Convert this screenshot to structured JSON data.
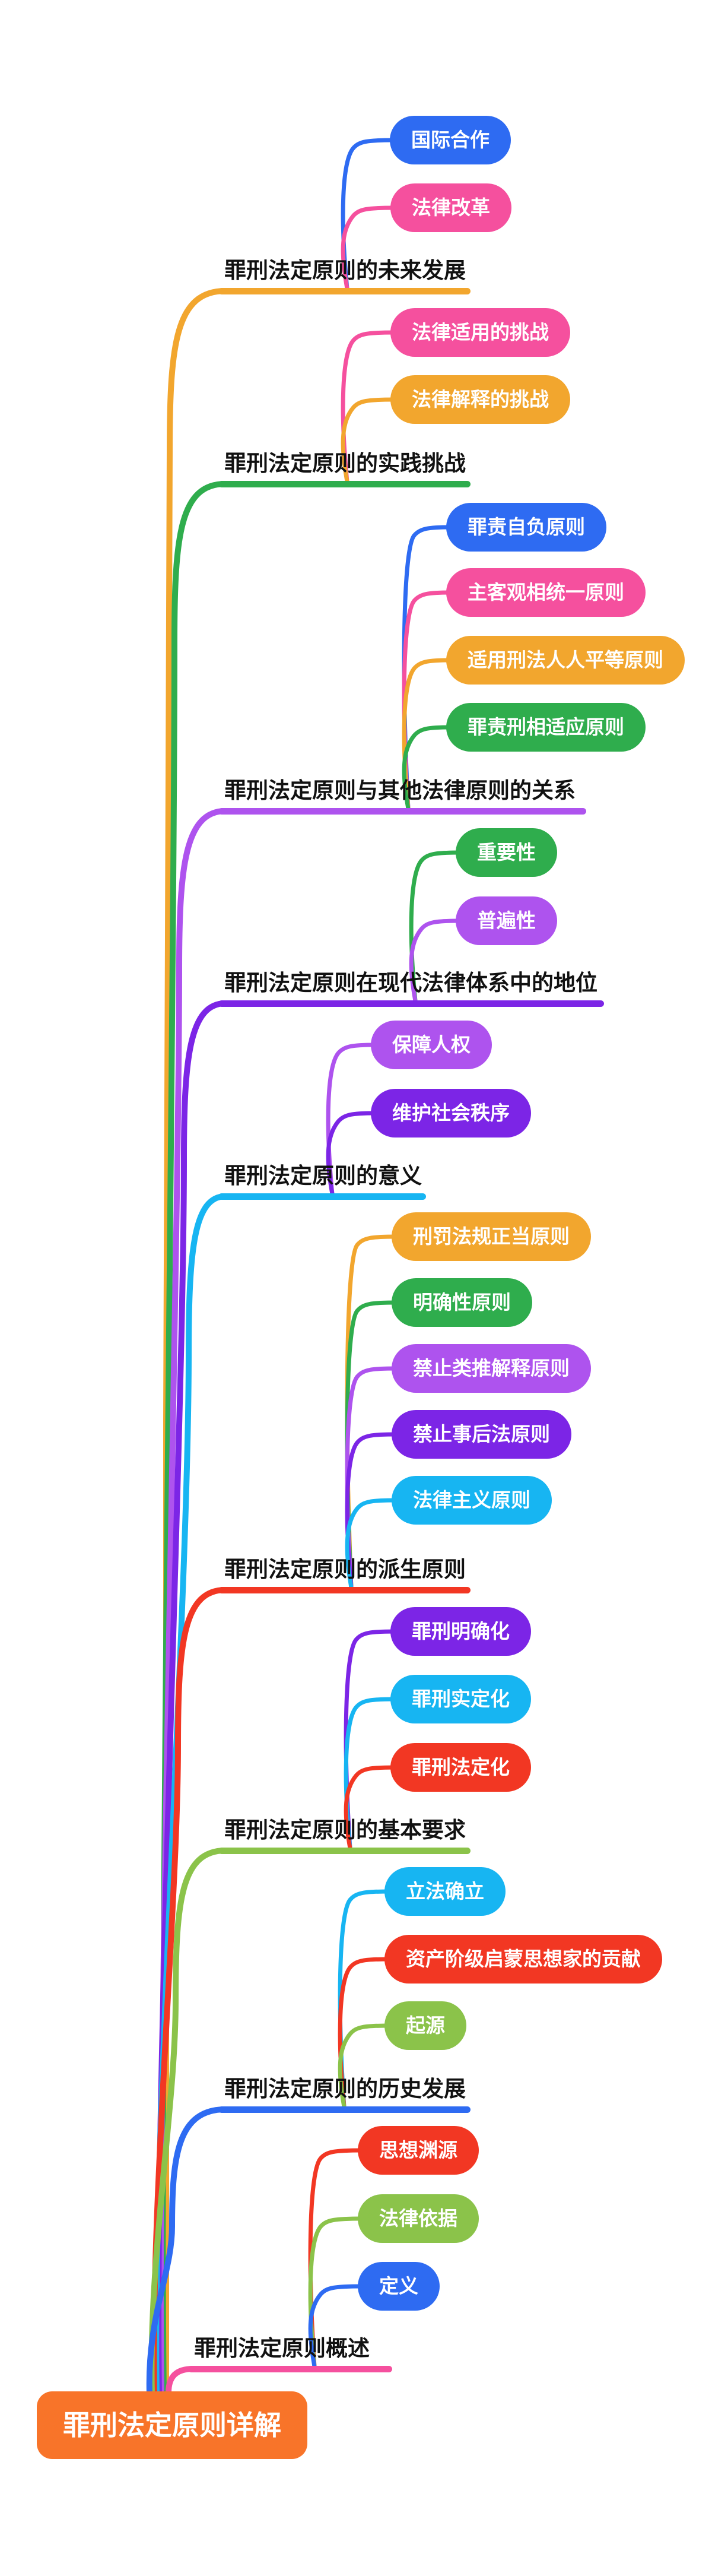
{
  "title": "罪刑法定原则详解",
  "palette": {
    "blue": "#2e6bf2",
    "pink": "#f5509e",
    "amber": "#f2a62e",
    "green": "#2fad4d",
    "red": "#f23723",
    "cyan": "#17b5f2",
    "light_purple": "#ae53ee",
    "deep_violet": "#7c25e6",
    "olive": "#8bc34a",
    "root_orange": "#f87429"
  },
  "root": {
    "label": "罪刑法定原则详解",
    "color": "#f87429"
  },
  "branches": [
    {
      "label": "罪刑法定原则的未来发展",
      "color": "#f2a62e",
      "children": [
        {
          "label": "国际合作",
          "color": "#2e6bf2"
        },
        {
          "label": "法律改革",
          "color": "#f5509e"
        }
      ]
    },
    {
      "label": "罪刑法定原则的实践挑战",
      "color": "#2fad4d",
      "children": [
        {
          "label": "法律适用的挑战",
          "color": "#f5509e"
        },
        {
          "label": "法律解释的挑战",
          "color": "#f2a62e"
        }
      ]
    },
    {
      "label": "罪刑法定原则与其他法律原则的关系",
      "color": "#ae53ee",
      "children": [
        {
          "label": "罪责自负原则",
          "color": "#2e6bf2"
        },
        {
          "label": "主客观相统一原则",
          "color": "#f5509e"
        },
        {
          "label": "适用刑法人人平等原则",
          "color": "#f2a62e"
        },
        {
          "label": "罪责刑相适应原则",
          "color": "#2fad4d"
        }
      ]
    },
    {
      "label": "罪刑法定原则在现代法律体系中的地位",
      "color": "#7c25e6",
      "children": [
        {
          "label": "重要性",
          "color": "#2fad4d"
        },
        {
          "label": "普遍性",
          "color": "#ae53ee"
        }
      ]
    },
    {
      "label": "罪刑法定原则的意义",
      "color": "#17b5f2",
      "children": [
        {
          "label": "保障人权",
          "color": "#ae53ee"
        },
        {
          "label": "维护社会秩序",
          "color": "#7c25e6"
        }
      ]
    },
    {
      "label": "罪刑法定原则的派生原则",
      "color": "#f23723",
      "children": [
        {
          "label": "刑罚法规正当原则",
          "color": "#f2a62e"
        },
        {
          "label": "明确性原则",
          "color": "#2fad4d"
        },
        {
          "label": "禁止类推解释原则",
          "color": "#ae53ee"
        },
        {
          "label": "禁止事后法原则",
          "color": "#7c25e6"
        },
        {
          "label": "法律主义原则",
          "color": "#17b5f2"
        }
      ]
    },
    {
      "label": "罪刑法定原则的基本要求",
      "color": "#8bc34a",
      "children": [
        {
          "label": "罪刑明确化",
          "color": "#7c25e6"
        },
        {
          "label": "罪刑实定化",
          "color": "#17b5f2"
        },
        {
          "label": "罪刑法定化",
          "color": "#f23723"
        }
      ]
    },
    {
      "label": "罪刑法定原则的历史发展",
      "color": "#2e6bf2",
      "children": [
        {
          "label": "立法确立",
          "color": "#17b5f2"
        },
        {
          "label": "资产阶级启蒙思想家的贡献",
          "color": "#f23723"
        },
        {
          "label": "起源",
          "color": "#8bc34a"
        }
      ]
    },
    {
      "label": "罪刑法定原则概述",
      "color": "#f5509e",
      "children": [
        {
          "label": "思想渊源",
          "color": "#f23723"
        },
        {
          "label": "法律依据",
          "color": "#8bc34a"
        },
        {
          "label": "定义",
          "color": "#2e6bf2"
        }
      ]
    }
  ]
}
